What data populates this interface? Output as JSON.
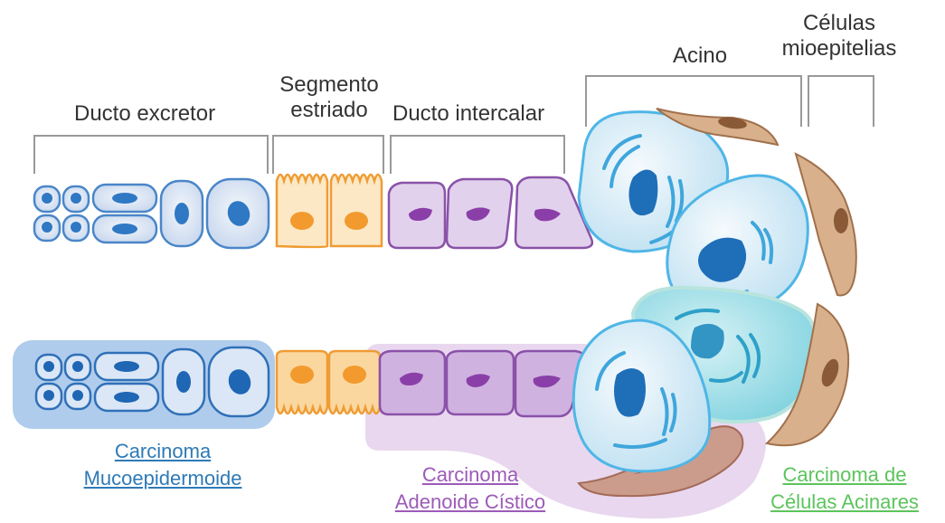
{
  "labels": {
    "ducto_excretor": "Ducto excretor",
    "segmento_line1": "Segmento",
    "segmento_line2": "estriado",
    "ducto_intercalar": "Ducto intercalar",
    "acino": "Acino",
    "celulas_line1": "Células",
    "celulas_line2": "mioepitelias"
  },
  "carcinomas": {
    "mucoepidermoide_line1": "Carcinoma",
    "mucoepidermoide_line2": "Mucoepidermoide",
    "adenoide_line1": "Carcinoma",
    "adenoide_line2": "Adenoide Cístico",
    "acinares_line1": "Carcinoma de",
    "acinares_line2": "Células Acinares"
  },
  "colors": {
    "ductal_blue": "#4a86c8",
    "striated_orange": "#f0a040",
    "intercalated_purple": "#8a52a8",
    "acinar_blue": "#58b8e0",
    "myoepithelial_brown": "#b08060",
    "link_blue": "#2e7ab6",
    "link_purple": "#9c5bb8",
    "link_green": "#5cc45c"
  }
}
